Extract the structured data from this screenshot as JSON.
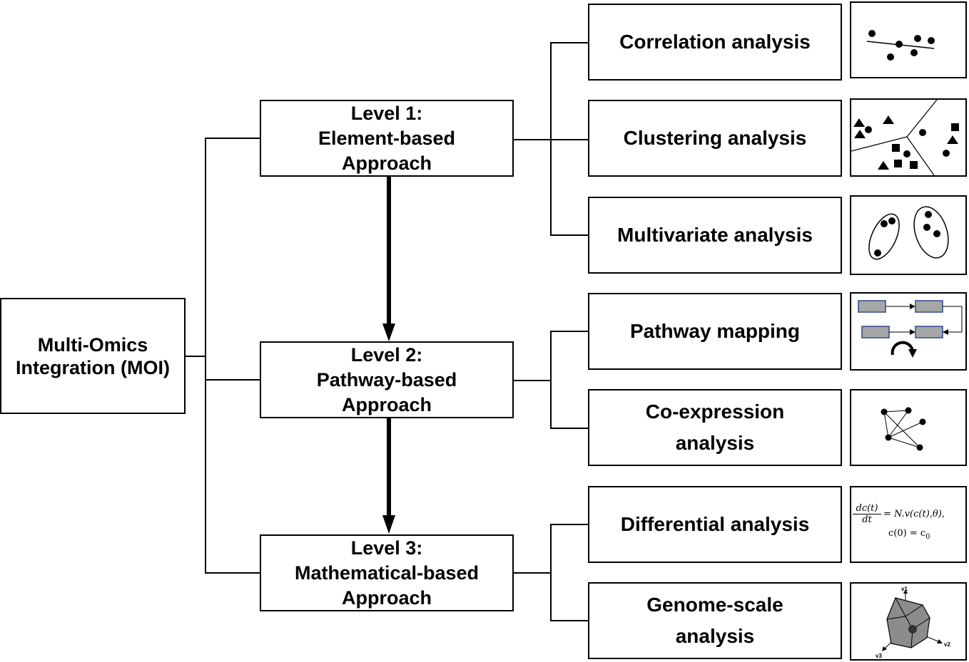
{
  "root": {
    "line1": "Multi-Omics",
    "line2": "Integration (MOI)"
  },
  "levels": [
    {
      "line1": "Level 1:",
      "line2": "Element-based",
      "line3": "Approach"
    },
    {
      "line1": "Level 2:",
      "line2": "Pathway-based",
      "line3": "Approach"
    },
    {
      "line1": "Level 3:",
      "line2": "Mathematical-based",
      "line3": "Approach"
    }
  ],
  "methods": [
    {
      "line1": "Correlation analysis"
    },
    {
      "line1": "Clustering analysis"
    },
    {
      "line1": "Multivariate analysis"
    },
    {
      "line1": "Pathway mapping"
    },
    {
      "line1": "Co-expression",
      "line2": "analysis"
    },
    {
      "line1": "Differential analysis"
    },
    {
      "line1": "Genome-scale",
      "line2": "analysis"
    }
  ],
  "equation": {
    "numerator": "dc(t)",
    "denominator": "dt",
    "rhs": "= N.v(c(t),θ),",
    "initial": "c(0) = c",
    "initial_sub": "0"
  },
  "axis_labels": {
    "v1": "v1",
    "v2": "v2",
    "v3": "v3"
  },
  "colors": {
    "line": "#000000",
    "pathway_fill": "#a6a6a6",
    "pathway_border": "#2e4a8c",
    "polytope_fill": "#8c8c8c"
  }
}
